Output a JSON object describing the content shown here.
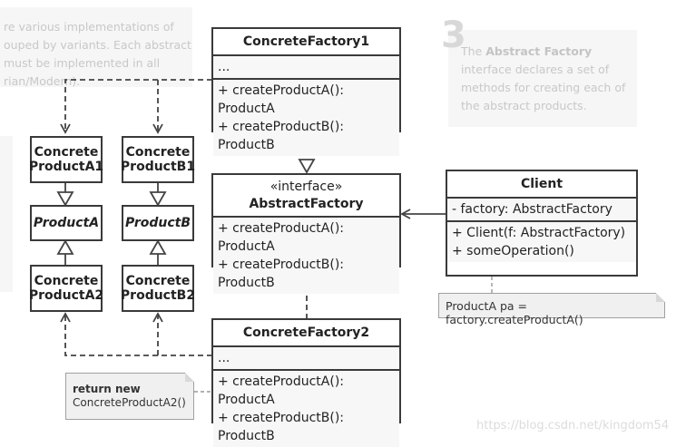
{
  "notes": {
    "left_lines": [
      "re various implementations of",
      "ouped by variants. Each abstract",
      "must be implemented in all",
      "rian/Modern)."
    ],
    "right_number": "3",
    "right_lines_pre": "The ",
    "right_bold": "Abstract Factory",
    "right_lines_post": " interface declares a set of methods for creating each of the abstract products."
  },
  "concrete_factory1": {
    "title": "ConcreteFactory1",
    "fields": "...",
    "methods": [
      "+ createProductA(): ProductA",
      "+ createProductB(): ProductB"
    ]
  },
  "concrete_factory2": {
    "title": "ConcreteFactory2",
    "fields": "...",
    "methods": [
      "+ createProductA(): ProductA",
      "+ createProductB(): ProductB"
    ]
  },
  "abstract_factory": {
    "stereotype": "«interface»",
    "title": "AbstractFactory",
    "methods": [
      "+ createProductA(): ProductA",
      "+ createProductB(): ProductB"
    ]
  },
  "client": {
    "title": "Client",
    "field": "- factory: AbstractFactory",
    "methods": [
      "+ Client(f: AbstractFactory)",
      "+ someOperation()"
    ]
  },
  "products": {
    "a1": [
      "Concrete",
      "ProductA1"
    ],
    "b1": [
      "Concrete",
      "ProductB1"
    ],
    "a": "ProductA",
    "b": "ProductB",
    "a2": [
      "Concrete",
      "ProductA2"
    ],
    "b2": [
      "Concrete",
      "ProductB2"
    ]
  },
  "client_note": "ProductA pa = factory.createProductA()",
  "return_note": {
    "bold": "return new",
    "text": "ConcreteProductA2()"
  },
  "watermark": "https://blog.csdn.net/kingdom54"
}
